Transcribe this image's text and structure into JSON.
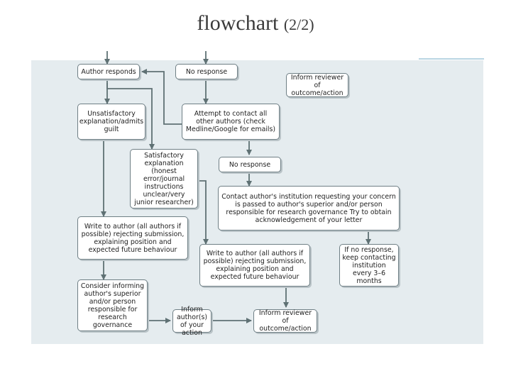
{
  "title": {
    "main": "flowchart",
    "suffix": "(2/2)"
  },
  "nodes": {
    "author_responds": "Author responds",
    "no_response_1": "No response",
    "inform_reviewer_top": "Inform reviewer of outcome/action",
    "unsatisfactory": "Unsatisfactory explanation/admits guilt",
    "attempt_contact": "Attempt to contact all other authors (check Medline/Google for emails)",
    "satisfactory": "Satisfactory explanation (honest error/journal instructions unclear/very junior researcher)",
    "no_response_2": "No response",
    "contact_institution": "Contact author's institution requesting your concern is passed to author's superior and/or person responsible for research governance Try to obtain acknowledgement of your letter",
    "write_reject": "Write to author (all authors if possible) rejecting submission, explaining position and expected future behaviour",
    "write_reject_2": "Write to author (all authors if possible) rejecting submission, explaining position and expected future behaviour",
    "keep_contacting": "If no response, keep contacting institution every 3–6 months",
    "consider_informing": "Consider informing author's superior and/or person responsible for research governance",
    "inform_authors": "Inform author(s) of your action",
    "inform_reviewer_bottom": "Inform reviewer of outcome/action"
  },
  "colors": {
    "panel": "#e5ecef",
    "box_border": "#6f7f85",
    "arrow": "#5f7174"
  }
}
